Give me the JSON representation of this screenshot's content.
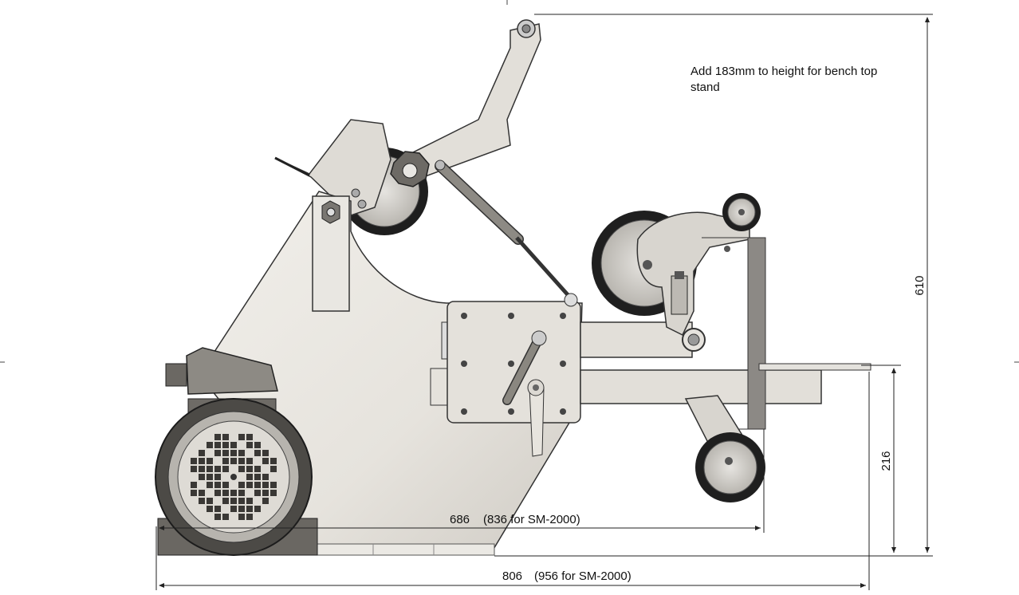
{
  "note": "Add 183mm to height for bench top stand",
  "dimensions": {
    "overall_height": "610",
    "table_height": "216",
    "inner_length": "686",
    "inner_length_note": "(836 for SM-2000)",
    "overall_length": "806",
    "overall_length_note": "(956 for SM-2000)"
  },
  "colors": {
    "body": "#e8e6e1",
    "steel": "#cfccc6",
    "dark": "#2a2a2a",
    "line": "#333333"
  }
}
